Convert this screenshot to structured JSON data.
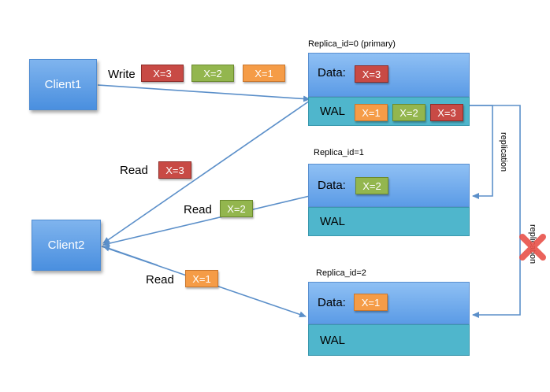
{
  "clients": {
    "client1": "Client1",
    "client2": "Client2"
  },
  "write": {
    "label": "Write",
    "values": [
      "X=3",
      "X=2",
      "X=1"
    ]
  },
  "replicas": [
    {
      "title": "Replica_id=0 (primary)",
      "data_label": "Data:",
      "data_value": "X=3",
      "wal_label": "WAL",
      "wal_entries": [
        "X=1",
        "X=2",
        "X=3"
      ]
    },
    {
      "title": "Replica_id=1",
      "data_label": "Data:",
      "data_value": "X=2",
      "wal_label": "WAL",
      "wal_entries": []
    },
    {
      "title": "Replica_id=2",
      "data_label": "Data:",
      "data_value": "X=1",
      "wal_label": "WAL",
      "wal_entries": []
    }
  ],
  "reads": [
    {
      "label": "Read",
      "value": "X=3"
    },
    {
      "label": "Read",
      "value": "X=2"
    },
    {
      "label": "Read",
      "value": "X=1"
    }
  ],
  "replication": {
    "label_ok": "replication",
    "label_failed": "replication",
    "failed_marker": "x-mark-icon"
  },
  "colors": {
    "x3": "#c84a45",
    "x2": "#93b64e",
    "x1": "#f59c47",
    "line": "#5b8fc9",
    "wal": "#4fb6cc",
    "fail": "#e8524a"
  }
}
